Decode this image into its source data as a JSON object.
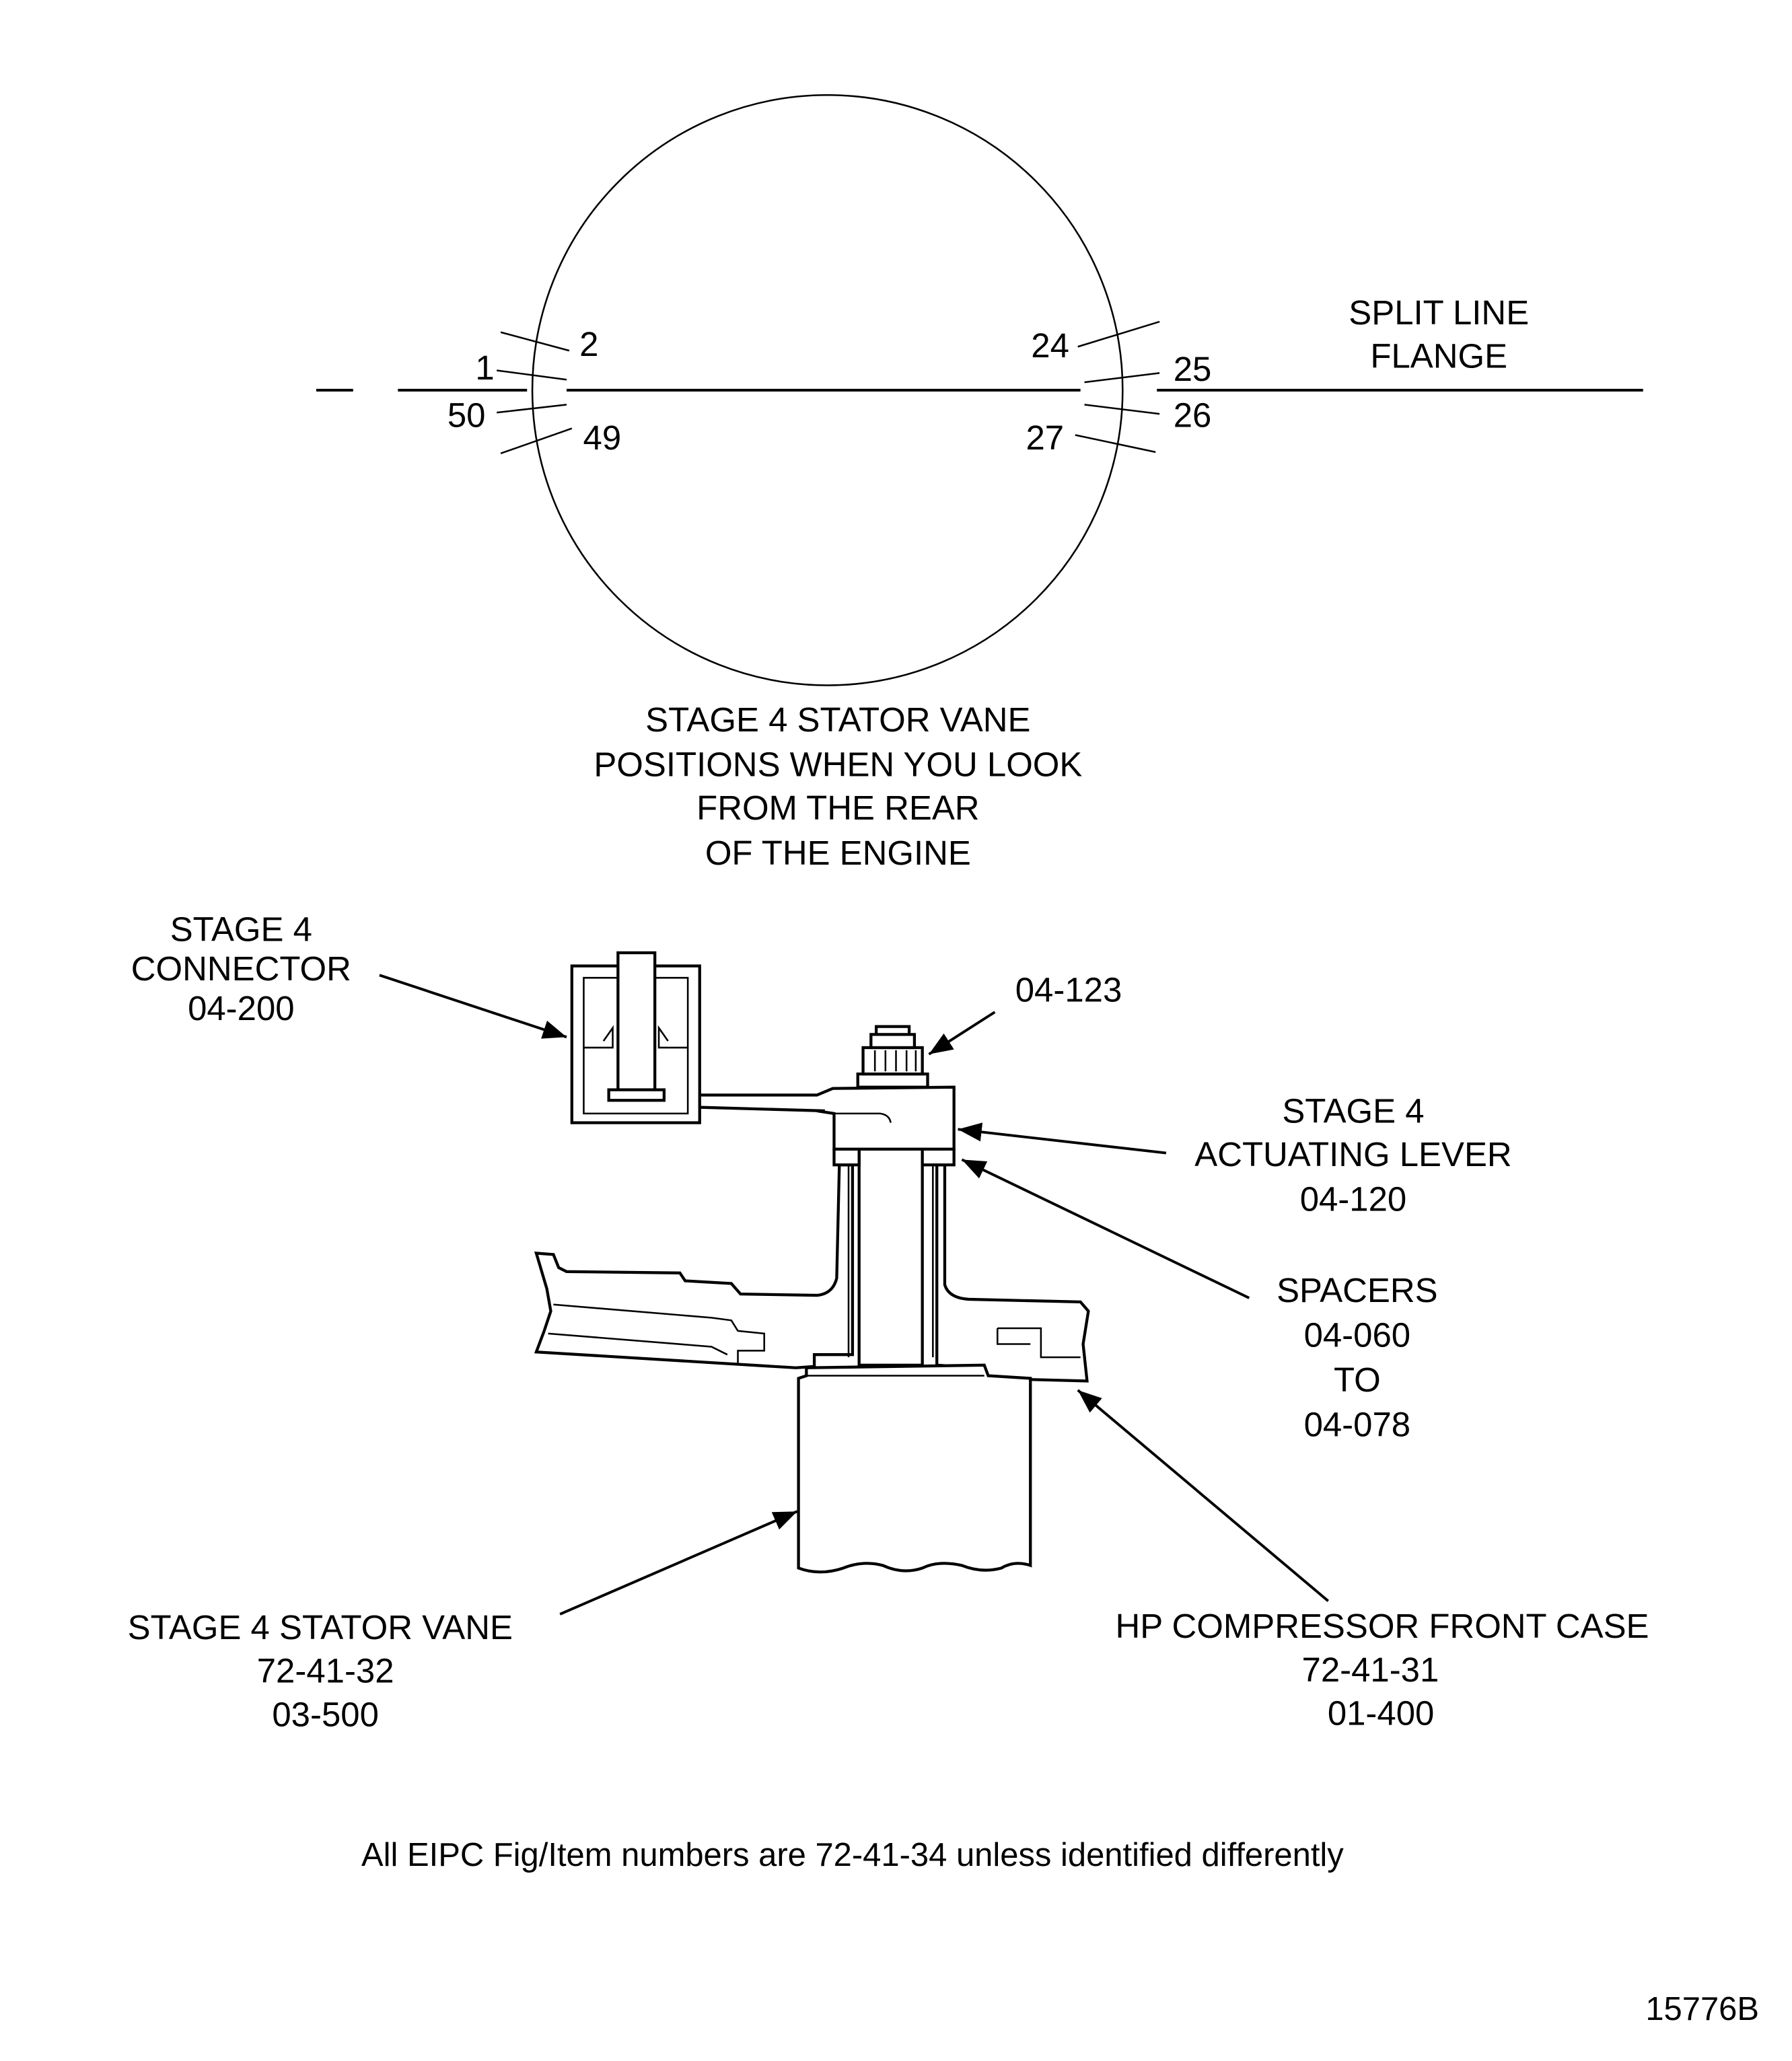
{
  "split_line": {
    "line1": "SPLIT LINE",
    "line2": "FLANGE"
  },
  "vane_positions": {
    "left_upper_outer": "2",
    "left_upper_inner": "1",
    "left_lower_inner": "50",
    "left_lower_outer": "49",
    "right_upper_outer": "24",
    "right_upper_inner": "25",
    "right_lower_inner": "26",
    "right_lower_outer": "27"
  },
  "circle_caption": [
    "STAGE 4 STATOR VANE",
    "POSITIONS WHEN YOU LOOK",
    "FROM THE REAR",
    "OF THE ENGINE"
  ],
  "callouts": {
    "connector": [
      "STAGE  4",
      "CONNECTOR",
      "04-200"
    ],
    "nut": "04-123",
    "lever": [
      "STAGE 4",
      "ACTUATING LEVER",
      "04-120"
    ],
    "spacers": [
      "SPACERS",
      "04-060",
      "TO",
      "04-078"
    ],
    "stator_vane": [
      "STAGE 4 STATOR VANE",
      "72-41-32",
      "03-500"
    ],
    "front_case": [
      "HP COMPRESSOR FRONT CASE",
      "72-41-31",
      "01-400"
    ]
  },
  "footnote": "All EIPC Fig/Item numbers are 72-41-34 unless identified differently",
  "figure_id": "15776B"
}
